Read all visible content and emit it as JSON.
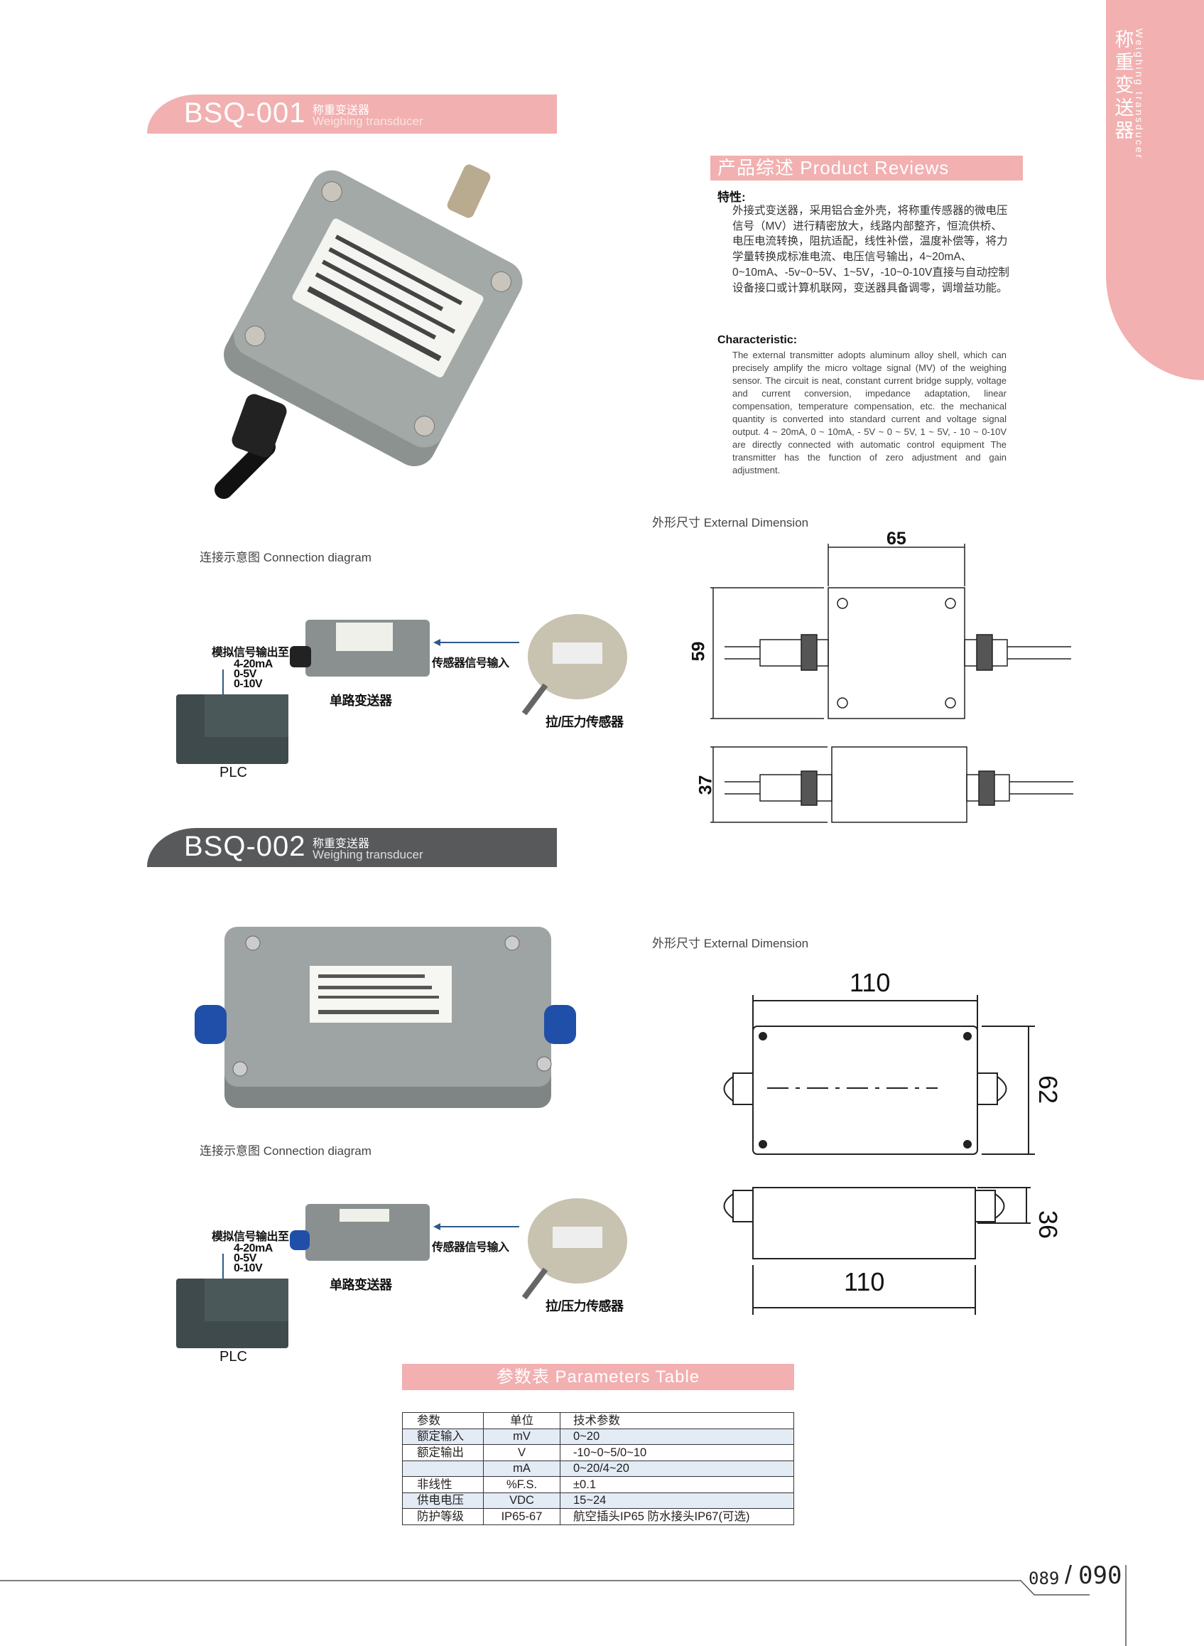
{
  "side_tab": {
    "cn": "称重变送器",
    "en": "Weighing transducer"
  },
  "products": [
    {
      "model": "BSQ-001",
      "cn": "称重变送器",
      "en": "Weighing transducer"
    },
    {
      "model": "BSQ-002",
      "cn": "称重变送器",
      "en": "Weighing transducer"
    }
  ],
  "reviews": {
    "title": "产品综述  Product Reviews",
    "cn_heading": "特性:",
    "cn_body": "外接式变送器，采用铝合金外壳，将称重传感器的微电压信号（MV）进行精密放大，线路内部整齐，恒流供桥、电压电流转换，阻抗适配，线性补偿，温度补偿等，将力学量转换成标准电流、电压信号输出，4~20mA、0~10mA、-5v~0~5V、1~5V，-10~0-10V直接与自动控制设备接口或计算机联网，变送器具备调零，调增益功能。",
    "en_heading": "Characteristic:",
    "en_body": "The external transmitter adopts aluminum alloy shell, which can precisely amplify the micro voltage signal (MV) of the weighing sensor. The circuit is neat, constant current bridge supply, voltage and current conversion, impedance adaptation, linear compensation, temperature compensation, etc. the mechanical quantity is converted into standard current and voltage signal output. 4 ~ 20mA, 0 ~ 10mA, - 5V ~ 0 ~ 5V, 1 ~ 5V, - 10 ~ 0-10V are directly connected with automatic control equipment The transmitter has the function of zero adjustment and gain adjustment."
  },
  "dimension_label": "外形尺寸 External Dimension",
  "connection_label": "连接示意图 Connection diagram",
  "diagram": {
    "output_to": "模拟信号输出至",
    "out1": "4-20mA",
    "out2": "0-5V",
    "out3": "0-10V",
    "transmitter": "单路变送器",
    "sensor_input": "传感器信号输入",
    "sensor": "拉/压力传感器",
    "plc": "PLC"
  },
  "dims1": {
    "width": "65",
    "height": "59",
    "depth": "37"
  },
  "dims2": {
    "width": "110",
    "height": "62",
    "depth": "36",
    "length": "110"
  },
  "params": {
    "title": "参数表  Parameters Table",
    "header": [
      "参数",
      "单位",
      "技术参数"
    ],
    "rows": [
      [
        "额定输入",
        "mV",
        "0~20"
      ],
      [
        "额定输出",
        "V",
        "-10~0~5/0~10"
      ],
      [
        "",
        "mA",
        "0~20/4~20"
      ],
      [
        "非线性",
        "%F.S.",
        "±0.1"
      ],
      [
        "供电电压",
        "VDC",
        "15~24"
      ],
      [
        "防护等级",
        "IP65-67",
        "航空插头IP65 防水接头IP67(可选)"
      ]
    ]
  },
  "page": {
    "left": "089",
    "right": "090"
  },
  "colors": {
    "pink": "#f2b0b1",
    "dark": "#58595b",
    "row_alt": "#e3ebf4"
  }
}
